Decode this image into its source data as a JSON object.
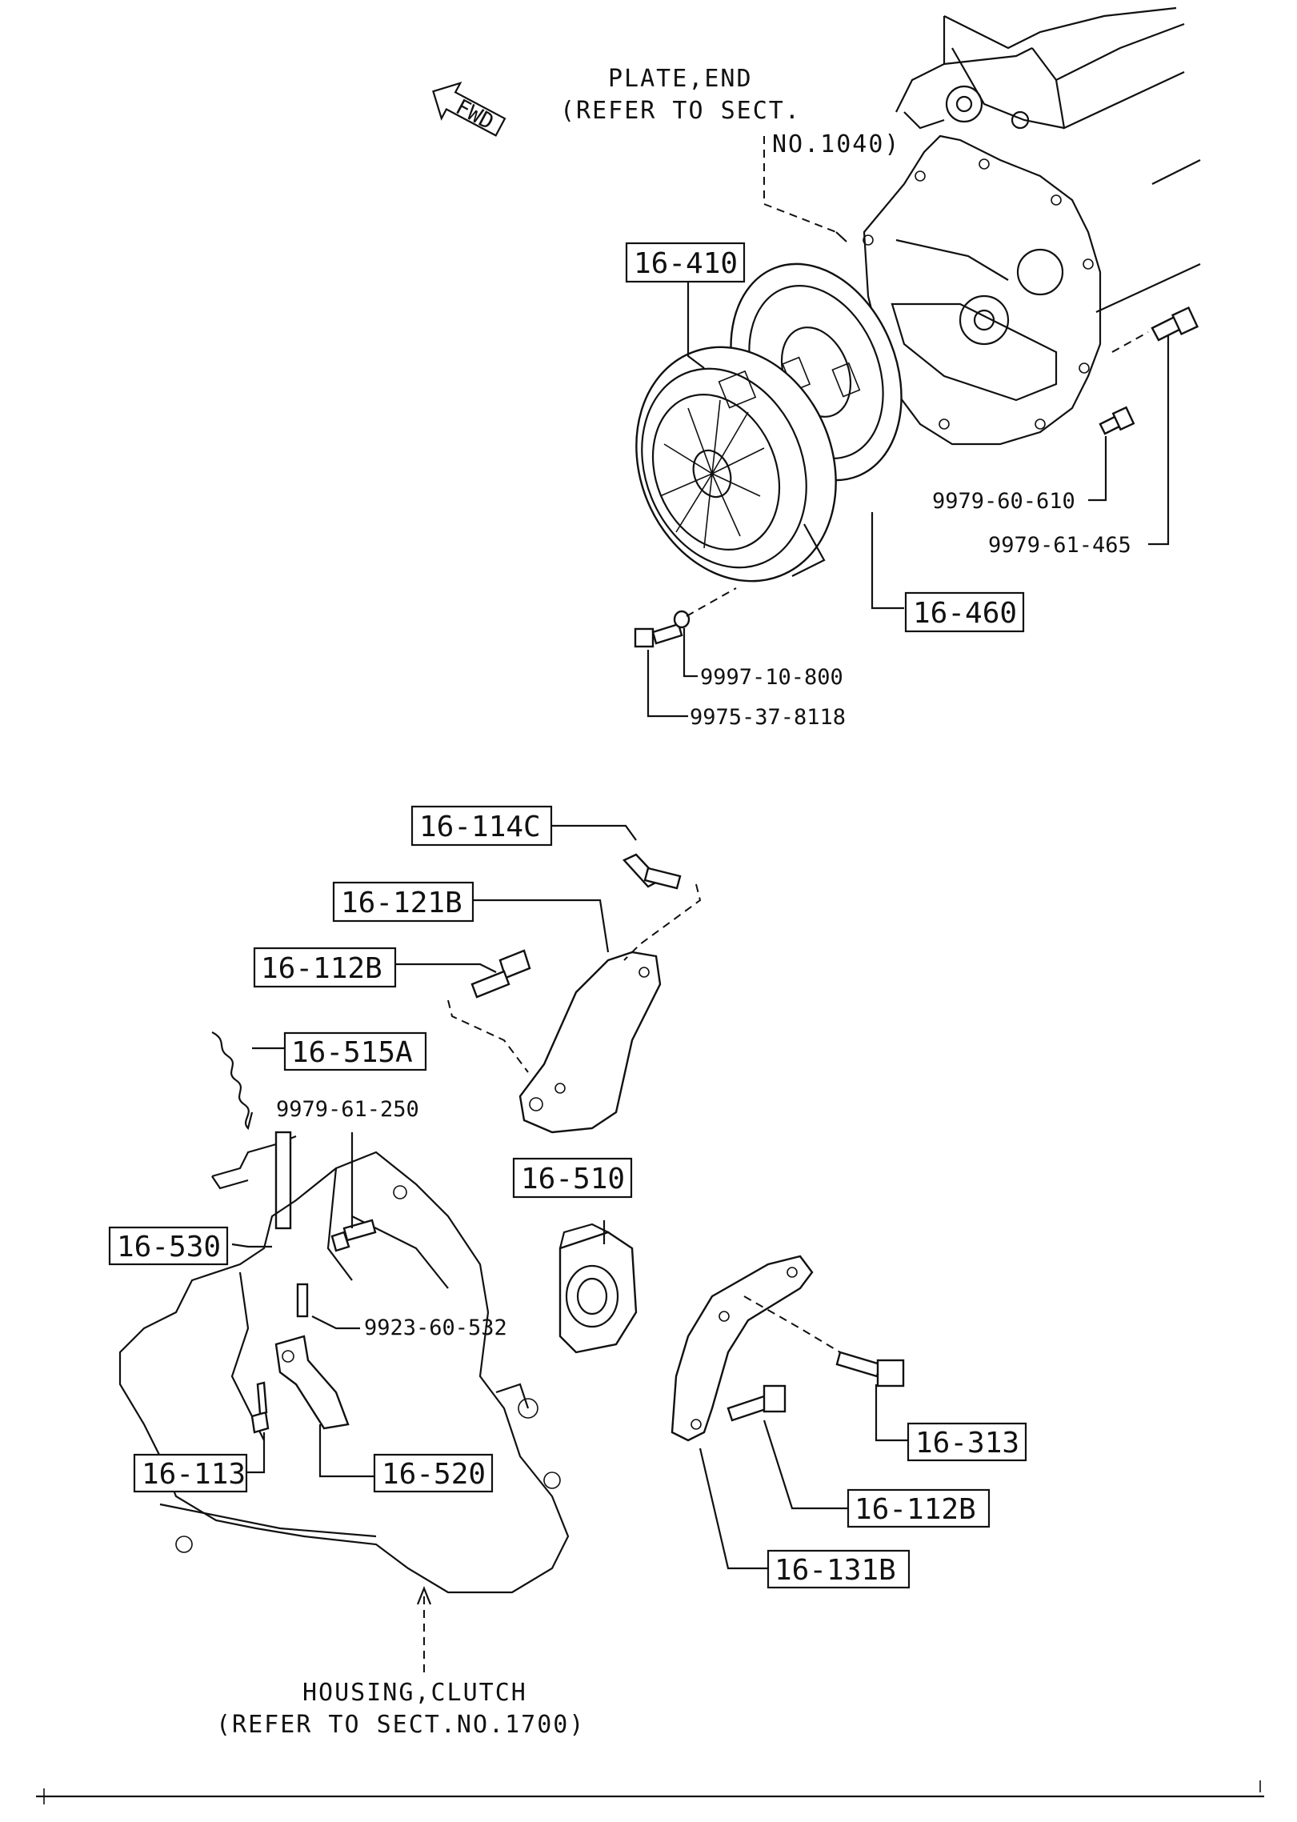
{
  "notes": {
    "plate_end_line1": "PLATE,END",
    "plate_end_line2": "(REFER TO SECT.",
    "plate_end_line3": "NO.1040)",
    "housing_line1": "HOUSING,CLUTCH",
    "housing_line2": "(REFER TO SECT.NO.1700)",
    "fwd": "FWD"
  },
  "parts": {
    "p16_410": "16-410",
    "p16_460": "16-460",
    "p16_114c": "16-114C",
    "p16_121b": "16-121B",
    "p16_112b_top": "16-112B",
    "p16_515a": "16-515A",
    "p16_510": "16-510",
    "p16_530": "16-530",
    "p16_113": "16-113",
    "p16_520": "16-520",
    "p16_313": "16-313",
    "p16_112b_bottom": "16-112B",
    "p16_131b": "16-131B"
  },
  "part_numbers": {
    "n9979_60_610": "9979-60-610",
    "n9979_61_465": "9979-61-465",
    "n9997_10_800": "9997-10-800",
    "n9975_37_8118": "9975-37-8118",
    "n9979_61_250": "9979-61-250",
    "n9923_60_532": "9923-60-532"
  }
}
